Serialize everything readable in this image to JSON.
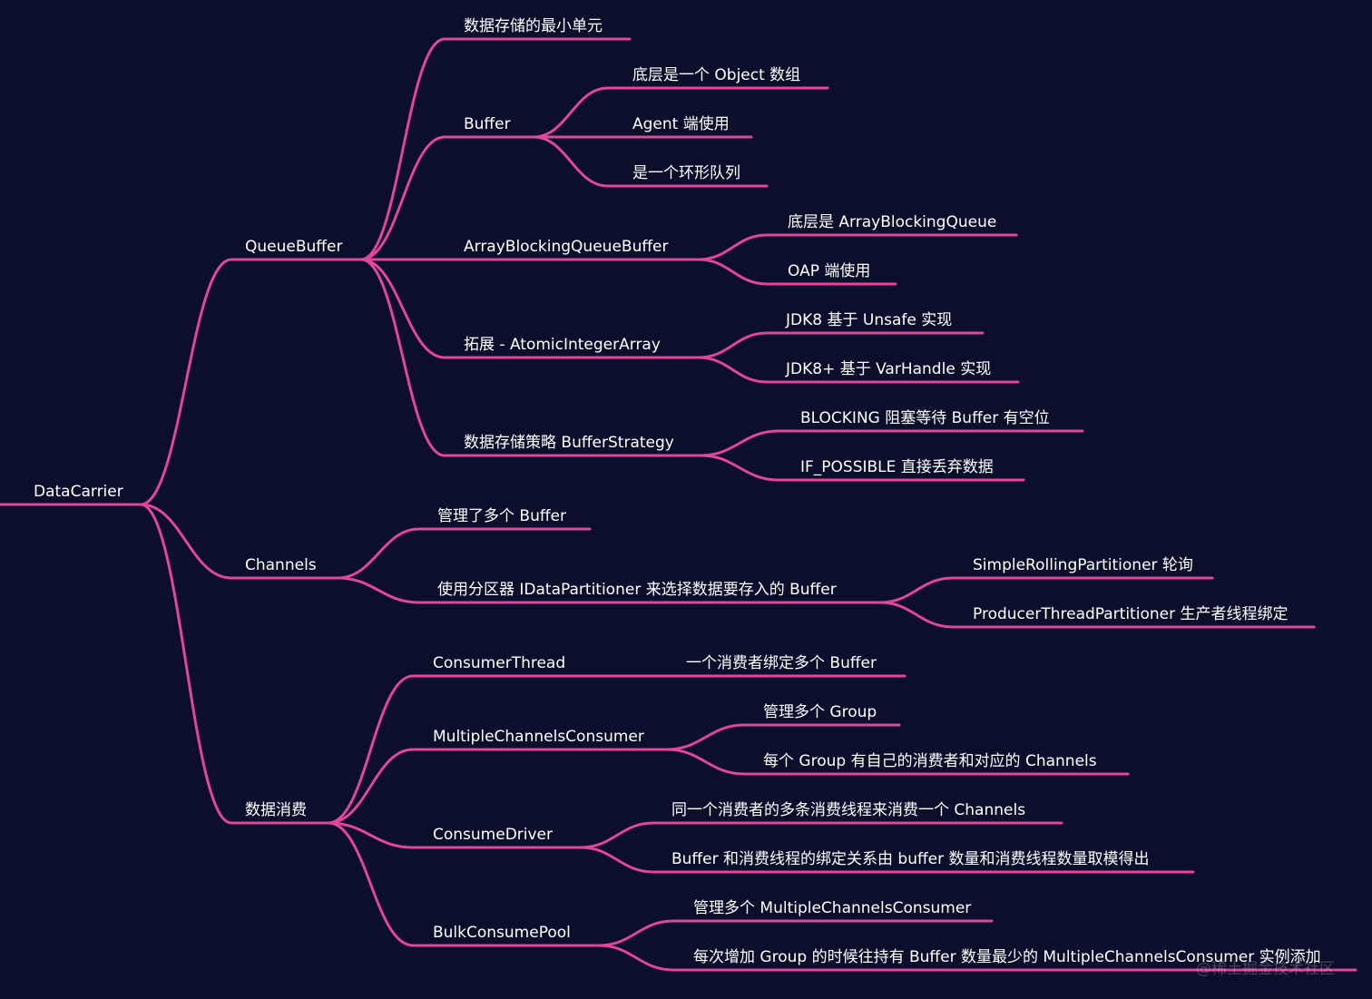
{
  "mindmap": {
    "root": "DataCarrier",
    "queuebuffer": {
      "label": "QueueBuffer",
      "min_unit": "数据存储的最小单元",
      "buffer": {
        "label": "Buffer",
        "items": [
          "底层是一个 Object 数组",
          "Agent 端使用",
          "是一个环形队列"
        ]
      },
      "array_blocking": {
        "label": "ArrayBlockingQueueBuffer",
        "items": [
          "底层是 ArrayBlockingQueue",
          "OAP 端使用"
        ]
      },
      "extension": {
        "label": "拓展 - AtomicIntegerArray",
        "items": [
          "JDK8 基于 Unsafe 实现",
          "JDK8+ 基于 VarHandle 实现"
        ]
      },
      "strategy": {
        "label": "数据存储策略 BufferStrategy",
        "items": [
          "BLOCKING 阻塞等待 Buffer 有空位",
          "IF_POSSIBLE 直接丢弃数据"
        ]
      }
    },
    "channels": {
      "label": "Channels",
      "manage": "管理了多个 Buffer",
      "partitioner": {
        "label": "使用分区器 IDataPartitioner 来选择数据要存入的 Buffer",
        "items": [
          "SimpleRollingPartitioner 轮询",
          "ProducerThreadPartitioner 生产者线程绑定"
        ]
      }
    },
    "consume": {
      "label": "数据消费",
      "consumer_thread": {
        "label": "ConsumerThread",
        "items": [
          "一个消费者绑定多个 Buffer"
        ]
      },
      "multiple_channels_consumer": {
        "label": "MultipleChannelsConsumer",
        "items": [
          "管理多个 Group",
          "每个 Group 有自己的消费者和对应的 Channels"
        ]
      },
      "consume_driver": {
        "label": "ConsumeDriver",
        "items": [
          "同一个消费者的多条消费线程来消费一个 Channels",
          "Buffer 和消费线程的绑定关系由 buffer 数量和消费线程数量取模得出"
        ]
      },
      "bulk_consume_pool": {
        "label": "BulkConsumePool",
        "items": [
          "管理多个 MultipleChannelsConsumer",
          "每次增加 Group 的时候往持有 Buffer 数量最少的 MultipleChannelsConsumer 实例添加"
        ]
      }
    },
    "watermark": "@稀土掘金技术社区"
  },
  "colors": {
    "background": "#0c0f2c",
    "branch": "#e0469a",
    "text": "#ffffff"
  }
}
